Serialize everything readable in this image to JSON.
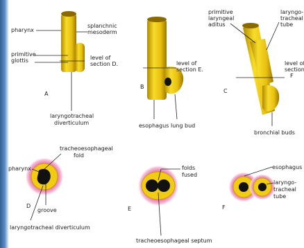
{
  "panels": {
    "A": {
      "letter": "A",
      "pharynx": "pharynx",
      "splanchnic": [
        "splanchnic",
        "mesoderm"
      ],
      "primitive_glottis": [
        "primitive",
        "glottis"
      ],
      "level": [
        "level of",
        "section D."
      ],
      "diverticulum": [
        "laryngotracheal",
        "diverticulum"
      ]
    },
    "B": {
      "letter": "B",
      "level": [
        "level of",
        "section E."
      ],
      "esophagus": "esophagus",
      "lung_bud": "lung bud"
    },
    "C": {
      "letter": "C",
      "primitive_laryngeal": [
        "primitive",
        "laryngeal",
        "aditus"
      ],
      "tube": [
        "laryngo-",
        "tracheal",
        "tube"
      ],
      "level": [
        "level of",
        "section",
        "F"
      ],
      "bronchial": "bronchial buds"
    },
    "D": {
      "letter": "D",
      "pharynx": "pharynx",
      "fold": [
        "tracheoesophageal",
        "fold"
      ],
      "groove": "groove",
      "diverticulum": "laryngotracheal diverticulum"
    },
    "E": {
      "letter": "E",
      "folds": [
        "folds",
        "fused"
      ],
      "septum": "tracheoesophageal septum"
    },
    "F": {
      "letter": "F",
      "esophagus": "esophagus",
      "tube": [
        "laryngo-",
        "tracheal",
        "tube"
      ]
    }
  },
  "colors": {
    "tissue": "#f2cc12",
    "tissue_dark": "#b38a00",
    "halo": "#e87fb0",
    "lumen": "#111111",
    "frame": "#2f5f93"
  }
}
